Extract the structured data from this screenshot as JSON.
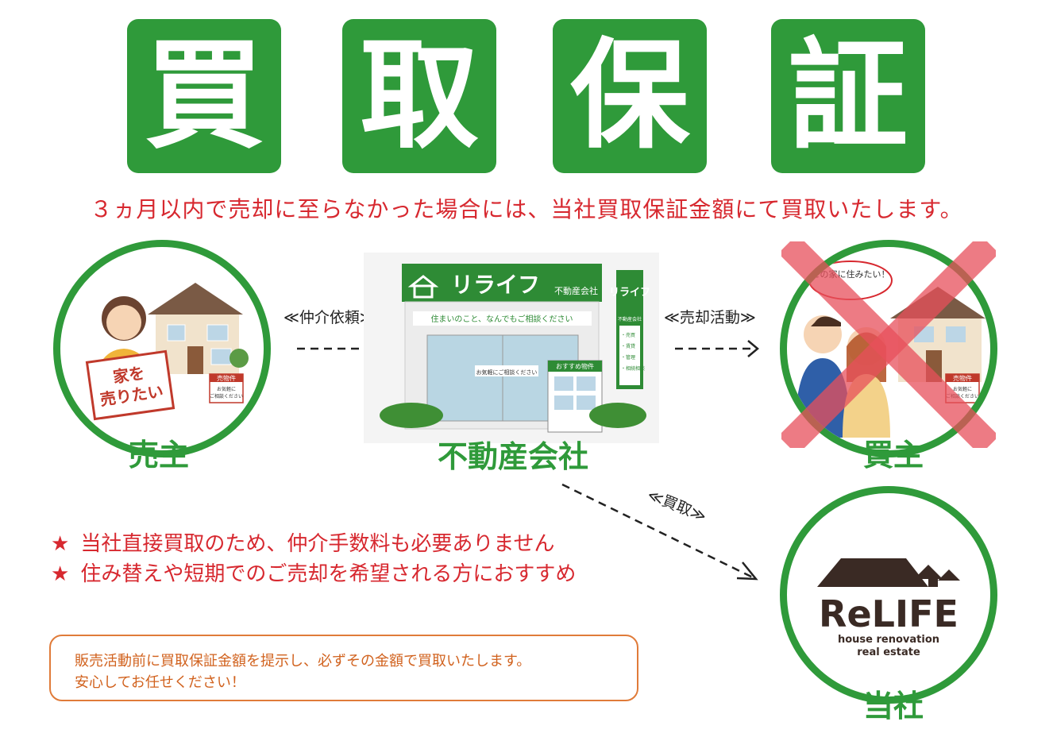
{
  "header": {
    "title_chars": [
      "買",
      "取",
      "保",
      "証"
    ],
    "subtitle": "３ヵ月以内で売却に至らなかった場合には、当社買取保証金額にて買取いたします。"
  },
  "flow": {
    "seller": {
      "label": "売主",
      "sign_line1": "家を",
      "sign_line2": "売りたい",
      "board_title": "売物件",
      "board_sub1": "お気軽に",
      "board_sub2": "ご相談ください"
    },
    "arrow1_label": "≪仲介依頼≫",
    "agency": {
      "label": "不動産会社",
      "store_name": "リライフ",
      "store_type": "不動産会社",
      "store_banner": "住まいのこと、なんでもご相談ください",
      "vertical_sign": "リライフ",
      "vertical_sub": "不動産会社",
      "vertical_items": [
        "・売買",
        "・賃貸",
        "・管理",
        "・相続相談"
      ],
      "window_text": "お気軽にご相談ください",
      "board_title": "おすすめ物件"
    },
    "arrow2_label": "≪売却活動≫",
    "buyer": {
      "label": "買主",
      "speech": "この家に住みたい！",
      "board_title": "売物件",
      "board_sub1": "お気軽に",
      "board_sub2": "ご相談ください"
    },
    "arrow3_label": "≪買取≫",
    "company": {
      "label": "当社",
      "logo_main": "ReLIFE",
      "logo_line1": "house renovation",
      "logo_line2": "real estate"
    }
  },
  "points": [
    "当社直接買取のため、仲介手数料も必要ありません",
    "住み替えや短期でのご売却を希望される方におすすめ"
  ],
  "star": "★",
  "note": {
    "line1": "販売活動前に買取保証金額を提示し、必ずその金額で買取いたします。",
    "line2": "安心してお任せください！"
  },
  "colors": {
    "green": "#2f9a3a",
    "red": "#d7282f",
    "orange": "#e07b39",
    "cross": "#e8505b"
  }
}
